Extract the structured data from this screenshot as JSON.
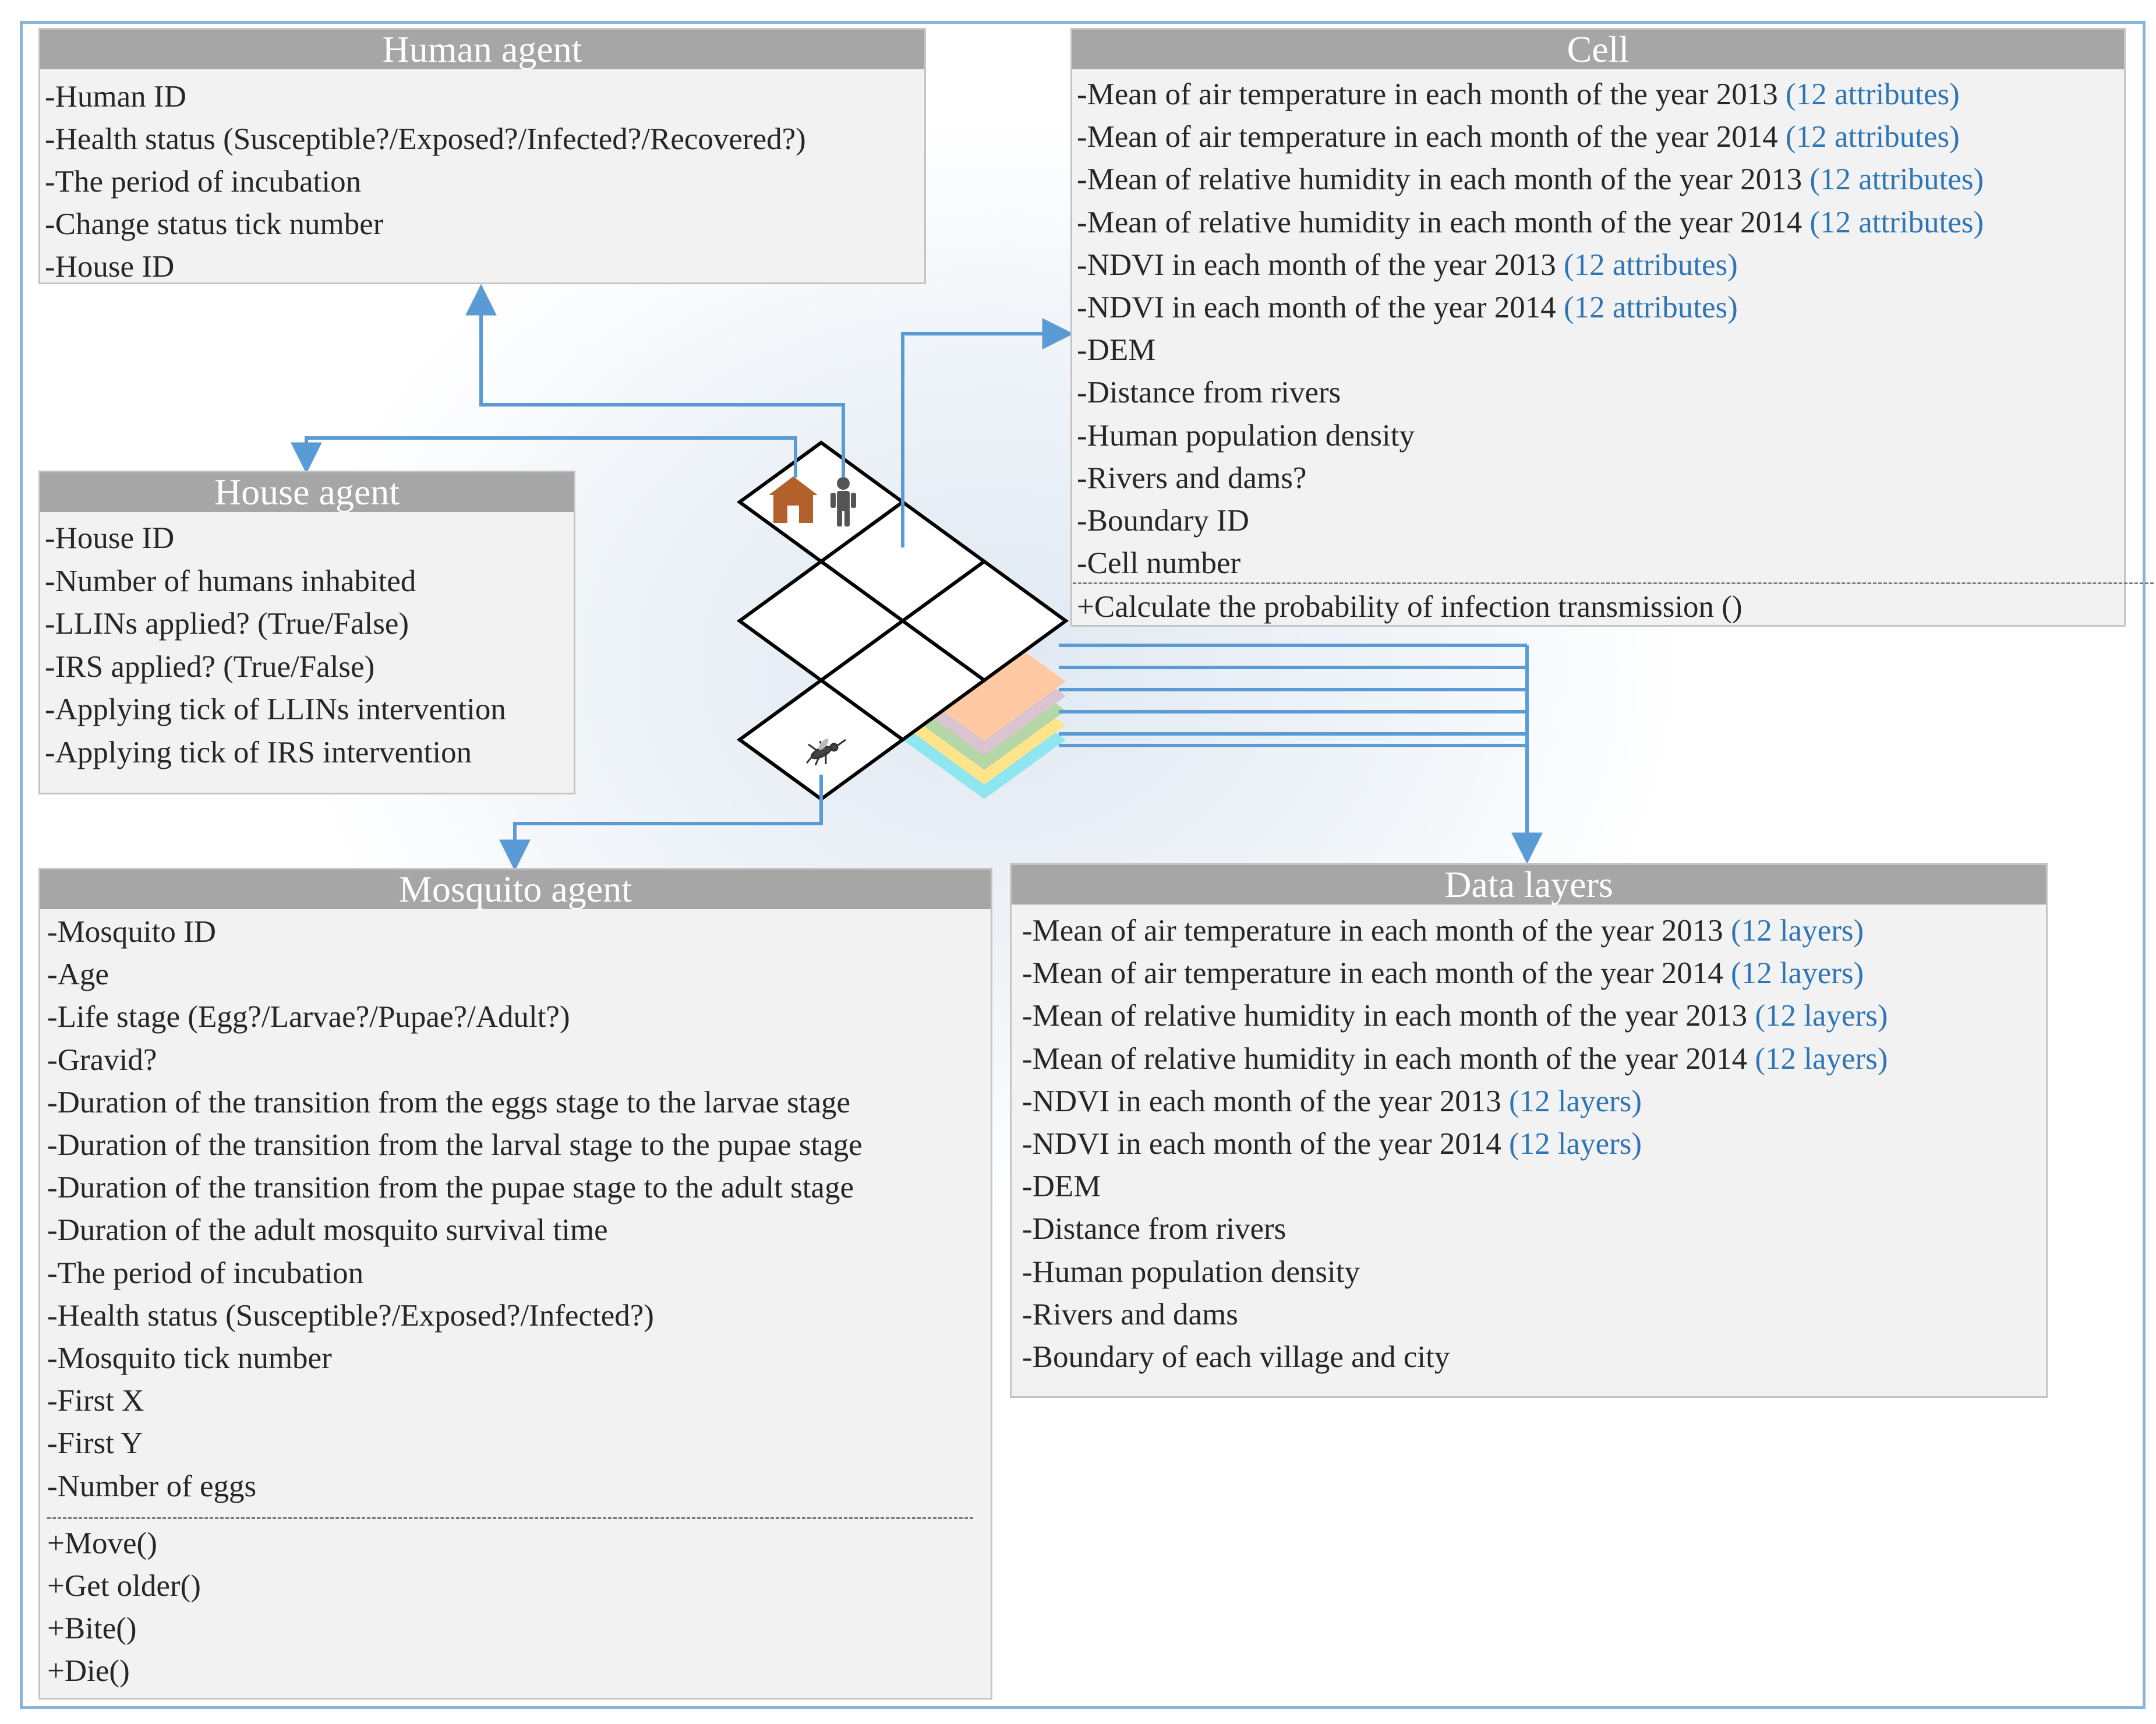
{
  "human_agent": {
    "title": "Human agent",
    "attributes": [
      "-Human ID",
      "-Health status (Susceptible?/Exposed?/Infected?/Recovered?)",
      "-The period of incubation",
      "-Change status tick number",
      "-House ID"
    ]
  },
  "house_agent": {
    "title": "House agent",
    "attributes": [
      "-House ID",
      "-Number of humans inhabited",
      "-LLINs applied? (True/False)",
      "-IRS applied? (True/False)",
      "-Applying tick of LLINs intervention",
      "-Applying tick of IRS intervention"
    ]
  },
  "cell": {
    "title": "Cell",
    "attributes": [
      {
        "text": "-Mean of air temperature in each month of the year 2013",
        "count": "(12 attributes)"
      },
      {
        "text": "-Mean of air temperature in each month of the year 2014",
        "count": "(12 attributes)"
      },
      {
        "text": "-Mean of relative humidity in each month of the year 2013",
        "count": "(12 attributes)"
      },
      {
        "text": "-Mean of relative humidity in each month of the year 2014",
        "count": "(12 attributes)"
      },
      {
        "text": "-NDVI in each month of the year 2013",
        "count": "(12 attributes)"
      },
      {
        "text": "-NDVI in each month of the year 2014",
        "count": "(12 attributes)"
      },
      {
        "text": "-DEM",
        "count": ""
      },
      {
        "text": "-Distance from rivers",
        "count": ""
      },
      {
        "text": "-Human population density",
        "count": ""
      },
      {
        "text": "-Rivers and dams?",
        "count": ""
      },
      {
        "text": "-Boundary ID",
        "count": ""
      },
      {
        "text": "-Cell number",
        "count": ""
      }
    ],
    "methods": [
      "+Calculate the probability of infection transmission ()"
    ]
  },
  "mosquito_agent": {
    "title": "Mosquito agent",
    "attributes": [
      "-Mosquito ID",
      "-Age",
      "-Life stage (Egg?/Larvae?/Pupae?/Adult?)",
      "-Gravid?",
      "-Duration of the transition from the eggs stage to the larvae stage",
      "-Duration of the transition from the larval stage to the pupae stage",
      "-Duration of the transition from the pupae stage to the adult stage",
      "-Duration of the adult mosquito survival time",
      "-The period of incubation",
      "-Health status (Susceptible?/Exposed?/Infected?)",
      "-Mosquito tick number",
      "-First X",
      "-First Y",
      "-Number of eggs"
    ],
    "methods": [
      "+Move()",
      "+Get older()",
      "+Bite()",
      "+Die()"
    ]
  },
  "data_layers": {
    "title": "Data layers",
    "attributes": [
      {
        "text": "-Mean of air temperature in each month of the year 2013",
        "count": "(12 layers)"
      },
      {
        "text": "-Mean of air temperature in each month of the year 2014",
        "count": "(12 layers)"
      },
      {
        "text": "-Mean of relative humidity in each month of the year 2013",
        "count": "(12 layers)"
      },
      {
        "text": "-Mean of relative humidity in each month of the year 2014",
        "count": "(12 layers)"
      },
      {
        "text": "-NDVI in each month of the year 2013",
        "count": "(12 layers)"
      },
      {
        "text": "-NDVI in each month of the year 2014",
        "count": "(12 layers)"
      },
      {
        "text": "-DEM",
        "count": ""
      },
      {
        "text": "-Distance from rivers",
        "count": ""
      },
      {
        "text": "-Human population density",
        "count": ""
      },
      {
        "text": "-Rivers and dams",
        "count": ""
      },
      {
        "text": "-Boundary of each village and city",
        "count": ""
      }
    ]
  },
  "colors": {
    "arrow": "#5b9bd5",
    "header": "#a6a6a6",
    "count_text": "#2e75b6",
    "layer_stack": [
      "#ffc9a3",
      "#d9c4cf",
      "#b5d7a8",
      "#ffe48a",
      "#8ee6f0"
    ]
  },
  "icons": [
    "house-icon",
    "person-icon",
    "mosquito-icon"
  ]
}
